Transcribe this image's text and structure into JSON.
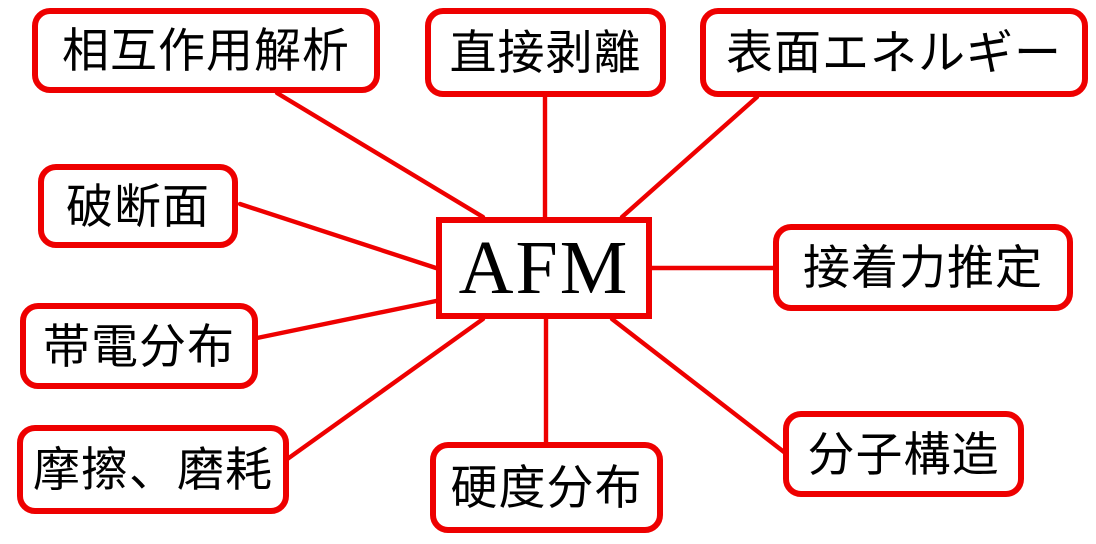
{
  "colors": {
    "accent_red": "#ee0000",
    "text": "#000000",
    "background": "#ffffff"
  },
  "center_node": {
    "label": "AFM"
  },
  "nodes": [
    {
      "id": "interaction-analysis",
      "label": "相互作用解析"
    },
    {
      "id": "direct-peeling",
      "label": "直接剥離"
    },
    {
      "id": "surface-energy",
      "label": "表面エネルギー"
    },
    {
      "id": "fracture-surface",
      "label": "破断面"
    },
    {
      "id": "charge-distribution",
      "label": "帯電分布"
    },
    {
      "id": "friction-wear",
      "label": "摩擦、磨耗"
    },
    {
      "id": "hardness-distribution",
      "label": "硬度分布"
    },
    {
      "id": "molecular-structure",
      "label": "分子構造"
    },
    {
      "id": "adhesion-estimation",
      "label": "接着力推定"
    }
  ],
  "connections": [
    [
      "AFM",
      "相互作用解析"
    ],
    [
      "AFM",
      "直接剥離"
    ],
    [
      "AFM",
      "表面エネルギー"
    ],
    [
      "AFM",
      "破断面"
    ],
    [
      "AFM",
      "帯電分布"
    ],
    [
      "AFM",
      "摩擦、磨耗"
    ],
    [
      "AFM",
      "硬度分布"
    ],
    [
      "AFM",
      "分子構造"
    ],
    [
      "AFM",
      "接着力推定"
    ]
  ]
}
